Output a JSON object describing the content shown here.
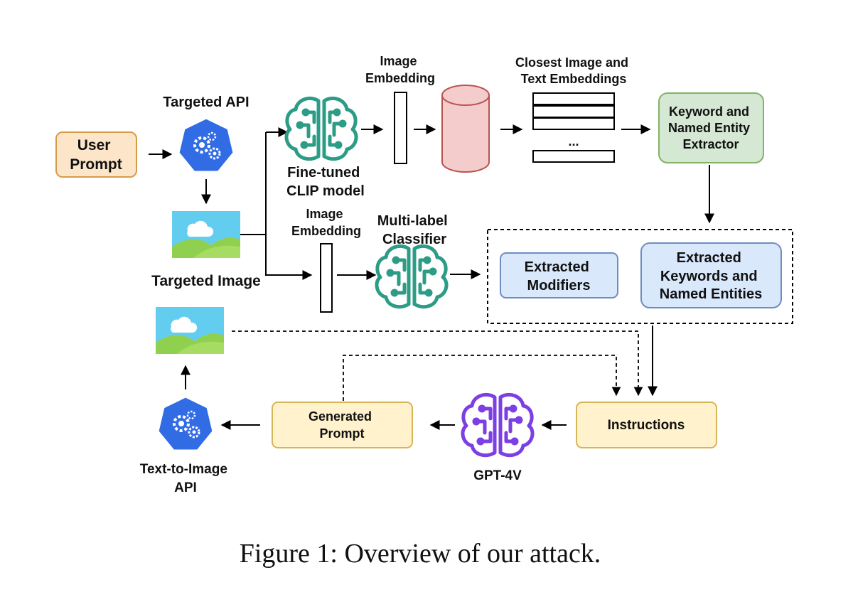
{
  "nodes": {
    "user_prompt": [
      "User",
      "Prompt"
    ],
    "targeted_api": "Targeted API",
    "targeted_image": "Targeted Image",
    "fine_tuned_clip": [
      "Fine-tuned",
      "CLIP model"
    ],
    "image_embedding_top": [
      "Image",
      "Embedding"
    ],
    "closest_embeddings": [
      "Closest Image and",
      "Text Embeddings"
    ],
    "ellipsis": "...",
    "keyword_extractor": [
      "Keyword and",
      "Named Entity",
      "Extractor"
    ],
    "image_embedding_bottom": [
      "Image",
      "Embedding"
    ],
    "multi_label_classifier": [
      "Multi-label",
      "Classifier"
    ],
    "extracted_modifiers": [
      "Extracted",
      "Modifiers"
    ],
    "extracted_keywords": [
      "Extracted",
      "Keywords and",
      "Named Entities"
    ],
    "instructions": "Instructions",
    "gpt4v": "GPT-4V",
    "generated_prompt": [
      "Generated",
      "Prompt"
    ],
    "text_to_image_api": [
      "Text-to-Image",
      "API"
    ]
  },
  "caption": "Figure 1: Overview of our attack.",
  "colors": {
    "orange_fill": "#fce5c8",
    "orange_stroke": "#d79b46",
    "cylinder_fill": "#f5cccc",
    "cylinder_stroke": "#b85450",
    "green_fill": "#d5e8d4",
    "green_stroke": "#82b366",
    "blue_fill": "#dae8fc",
    "blue_stroke": "#6c8ebf",
    "yellow_fill": "#fff2cc",
    "yellow_stroke": "#d6b656",
    "k8s_blue": "#326ce5",
    "teal_brain": "#2d9c86",
    "purple_brain": "#7b3fe4",
    "sky": "#63cdf0",
    "hill": "#8fd14f"
  },
  "icons": [
    "kubernetes-api-icon",
    "image-placeholder-icon",
    "brain-network-icon",
    "database-cylinder-icon"
  ]
}
